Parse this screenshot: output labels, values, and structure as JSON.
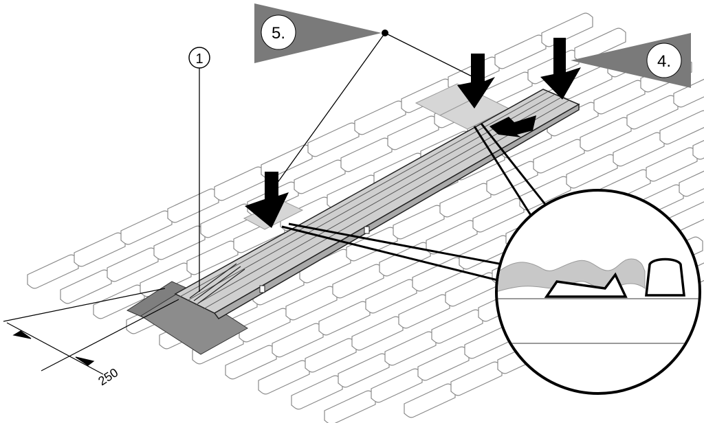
{
  "callouts": {
    "item_1": "1",
    "step_4": "4.",
    "step_5": "5."
  },
  "dimension": {
    "value": "250"
  },
  "colors": {
    "tile_stroke": "#8a8a8a",
    "tile_fill": "#ffffff",
    "highlight_tile": "#d6d6d6",
    "rail": "#c9c9c9",
    "flashing": "#8c8c8c",
    "callout_bg": "#7a7a7a",
    "arrow": "#000000"
  },
  "icons": {
    "arrow_down": "arrow-down-icon",
    "arrow_left": "arrow-left-icon",
    "detail_magnifier": "detail-circle"
  }
}
